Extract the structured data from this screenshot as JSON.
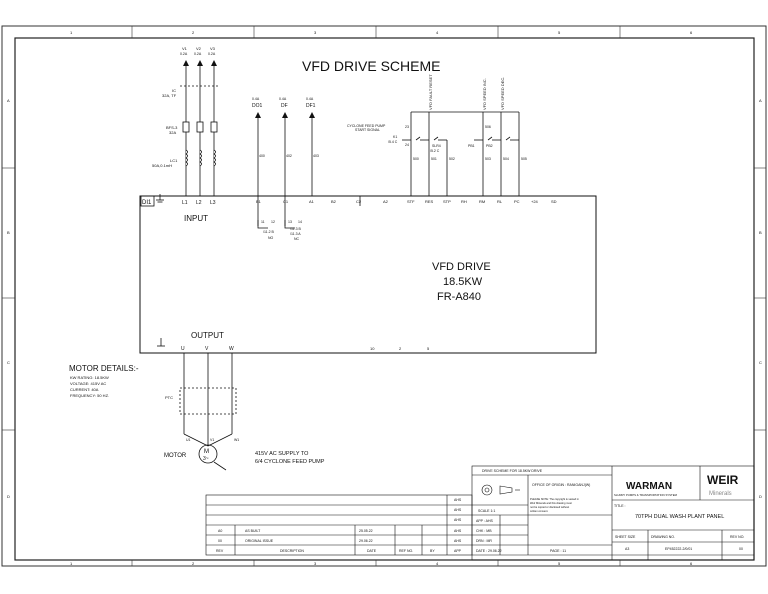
{
  "sheet": {
    "border_columns": [
      "1",
      "2",
      "3",
      "4",
      "5",
      "6"
    ],
    "border_rows": [
      "A",
      "B",
      "C",
      "D"
    ]
  },
  "title": "VFD DRIVE SCHEME",
  "supply_labels": [
    "V1",
    "V2",
    "V3"
  ],
  "supply_sub": [
    "0.2A",
    "0.2A",
    "0.2A"
  ],
  "breaker": {
    "tag": "IC",
    "rating": "32A, TF"
  },
  "fuse": {
    "tag": "BFS-3",
    "rating": "32A"
  },
  "choke": {
    "tag": "LC1",
    "rating": "50A,0.1mH"
  },
  "drive_tag": "DI1",
  "input_terminals": [
    "L1",
    "L2",
    "L3"
  ],
  "input_label": "INPUT",
  "outputs_top": {
    "heads": [
      "0.4A",
      "0.4A",
      "0.4A"
    ],
    "labels": [
      "DO1",
      "DF",
      "DF1"
    ],
    "wires": [
      "400",
      "402",
      "403"
    ]
  },
  "relay_notes": {
    "left": "/11.2 B\nNO",
    "right": "/11.3 B\n/11.3 A\nNC"
  },
  "relay_terms": [
    "11",
    "12",
    "13",
    "14"
  ],
  "top_terminals": [
    "B1",
    "C1",
    "A1",
    "B2",
    "C2",
    "A2",
    "STF",
    "RES",
    "STP",
    "RH",
    "RM",
    "RL",
    "PC",
    "+24",
    "SD"
  ],
  "signals": {
    "cyclone": "CYCLONE FEED PUMP\nSTART SIGNAL",
    "vertical": [
      "VFD FAULT RESET",
      "VFD SPEED INC.",
      "VFD SPEED DEC."
    ],
    "relays": [
      "SLR4",
      "PB1",
      "PB2"
    ],
    "relay_sub": [
      "/5.2 C",
      "",
      ""
    ],
    "k1": "K1\n/5.4 C",
    "wires": [
      "23",
      "24",
      "500",
      "501",
      "502",
      "503",
      "504",
      "505",
      "506"
    ]
  },
  "drive": {
    "line1": "VFD DRIVE",
    "line2": "18.5KW",
    "line3": "FR-A840"
  },
  "output_label": "OUTPUT",
  "output_terminals": [
    "U",
    "V",
    "W"
  ],
  "bottom_terminals": [
    "10",
    "2",
    "5"
  ],
  "motor_details": {
    "heading": "MOTOR DETAILS:-",
    "lines": [
      "KW RATING: 18.5KW",
      "VOLTAGE: 415V AC",
      "CURRENT: 40A",
      "FREQUENCY: 50 HZ."
    ]
  },
  "protection": "PTC",
  "motor_wires": [
    "U1",
    "V1",
    "W1"
  ],
  "motor_label": "MOTOR",
  "motor_symbol": {
    "m": "M",
    "ph": "3~"
  },
  "supply_note": "415V AC SUPPLY TO\n6/4 CYCLONE FEED PUMP",
  "revisions": {
    "rows": [
      {
        "rev": "A0",
        "desc": "AS BUILT",
        "date": "25.05.22",
        "app": "AHS"
      },
      {
        "rev": "00",
        "desc": "ORIGINAL ISSUE",
        "date": "29.06.22",
        "app": "AHS"
      }
    ],
    "headers": [
      "REV",
      "DESCRIPTION",
      "DATE",
      "REF NO.",
      "BY",
      "APP"
    ]
  },
  "title_block": {
    "drawing_title_small": "DRIVE SCHEME FOR 18.5KW DRIVE",
    "office": "OFFICE OF ORIGIN : RANIGANJ(W)",
    "scale": "SCALE 1:1",
    "app": "APP : AHS",
    "chk": "CHK : MB",
    "drn": "DRN : MR",
    "date": "DATE : 29.06.22",
    "page": "PAGE : 11",
    "company": "WARMAN",
    "company_sub": "SLURRY PUMPS & TRANSPORTATION SYSTEM",
    "weir": "WEIR",
    "minerals": "Minerals",
    "title_label": "TITLE :",
    "project": "70TPH DUAL WASH PLANT PANEL",
    "sheet_size_label": "SHEET SIZE",
    "sheet_size": "A3",
    "drawing_no_label": "DRAWING NO.",
    "drawing_no": "EP452222-2/0/01",
    "rev_no_label": "REV NO.",
    "rev_no": "00",
    "note": "PLEASE NOTE: The copyright is vested in Weir Minerals and this drawing must not be copied or disclosed without written consent."
  }
}
